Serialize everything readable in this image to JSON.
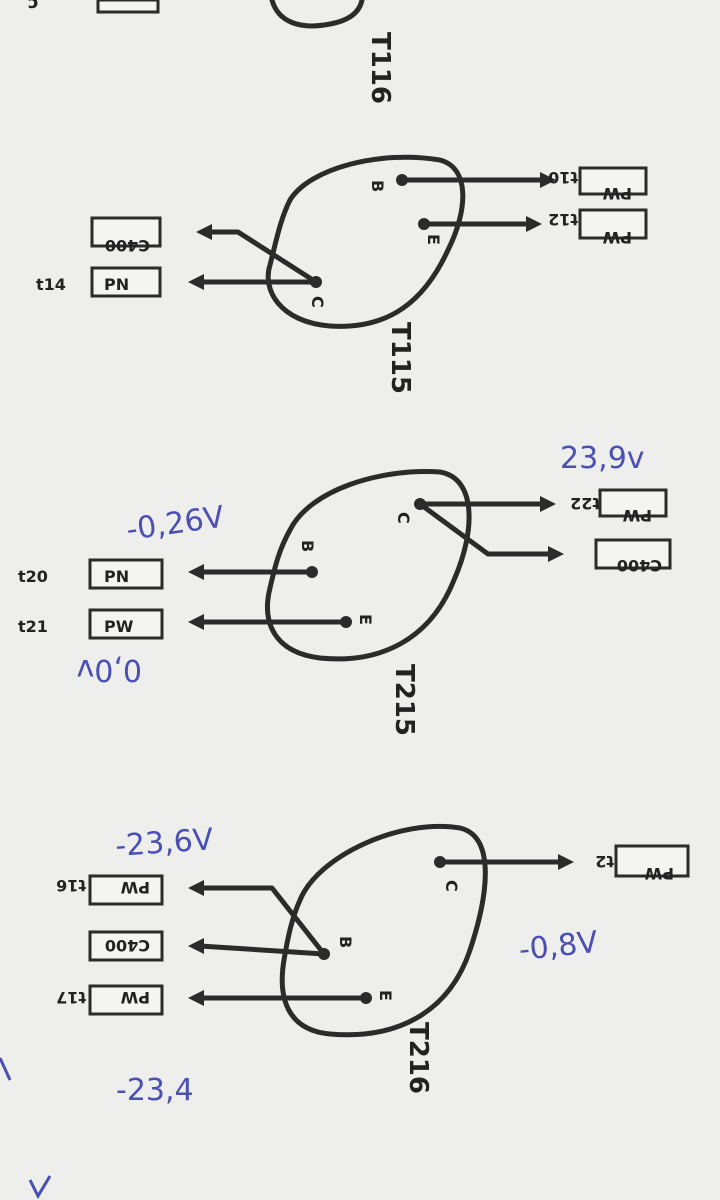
{
  "transistors": [
    {
      "id": "t116",
      "name": "T116"
    },
    {
      "id": "t115",
      "name": "T115",
      "pins": {
        "b": "B",
        "e": "E",
        "c": "C"
      }
    },
    {
      "id": "t215",
      "name": "T215",
      "pins": {
        "b": "B",
        "e": "E",
        "c": "C"
      }
    },
    {
      "id": "t216",
      "name": "T216",
      "pins": {
        "b": "B",
        "e": "E",
        "c": "C"
      }
    }
  ],
  "connectors": {
    "t115_c_top": {
      "tag": "t14",
      "box": "PN"
    },
    "t115_c_net": {
      "box": "C400"
    },
    "t115_b": {
      "tag": "t10",
      "box": "PW"
    },
    "t115_e": {
      "tag": "t12",
      "box": "PW"
    },
    "t215_b": {
      "tag": "t20",
      "box": "PN"
    },
    "t215_e": {
      "tag": "t21",
      "box": "PW"
    },
    "t215_c": {
      "tag": "t22",
      "box": "PW"
    },
    "t215_c_net": {
      "box": "C400"
    },
    "t216_c": {
      "tag": "t2",
      "box": "PW"
    },
    "t216_b1": {
      "tag": "t16",
      "box": "PW"
    },
    "t216_b_net": {
      "box": "C400"
    },
    "t216_e": {
      "tag": "t17",
      "box": "PW"
    }
  },
  "annotations": {
    "t215_c_voltage": "23,9v",
    "t215_b_voltage": "-0,26V",
    "t215_e_voltage": "0,0v",
    "t216_b_voltage": "-23,6V",
    "t216_c_voltage": "-0,8V",
    "t216_e_voltage": "-23,4"
  },
  "colors": {
    "ink": "#2b2b2b",
    "pen": "#4a4fb5",
    "paper": "#eeeeec"
  }
}
